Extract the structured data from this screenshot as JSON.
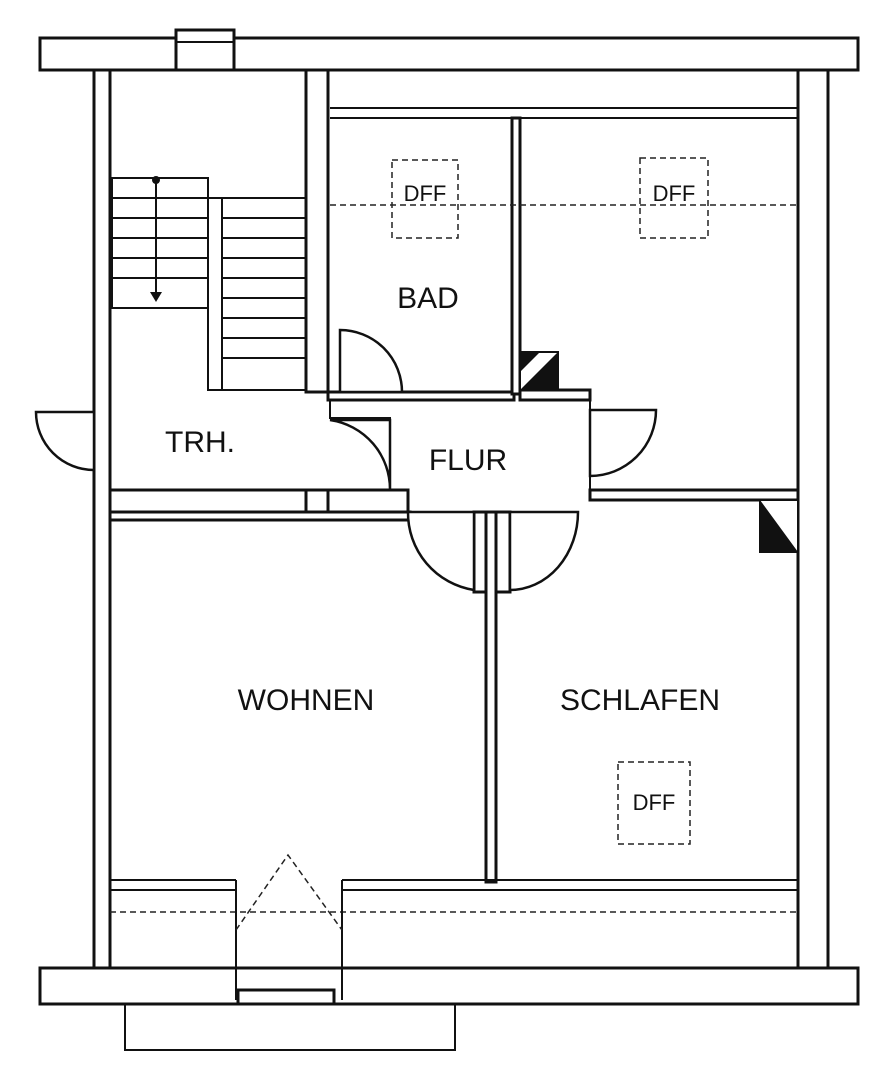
{
  "rooms": {
    "bad": "BAD",
    "trh": "TRH.",
    "flur": "FLUR",
    "wohnen": "WOHNEN",
    "schlafen": "SCHLAFEN"
  },
  "skylights": {
    "bad": "DFF",
    "right": "DFF",
    "schlafen": "DFF"
  },
  "colors": {
    "line": "#111111",
    "background": "#ffffff"
  }
}
